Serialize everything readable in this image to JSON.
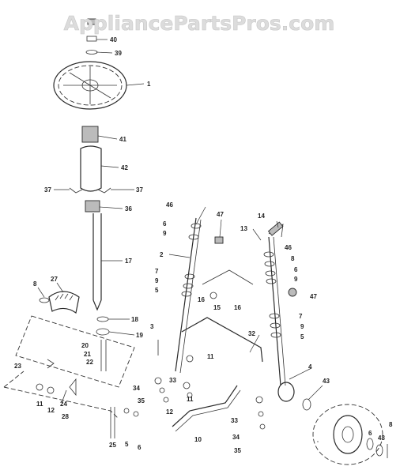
{
  "watermark": "AppliancePartsPros.com",
  "labels": [
    {
      "id": "l40",
      "text": "40"
    },
    {
      "id": "l39",
      "text": "39"
    },
    {
      "id": "l1",
      "text": "1"
    },
    {
      "id": "l41",
      "text": "41"
    },
    {
      "id": "l42",
      "text": "42"
    },
    {
      "id": "l37a",
      "text": "37"
    },
    {
      "id": "l37b",
      "text": "37"
    },
    {
      "id": "l36",
      "text": "36"
    },
    {
      "id": "l17",
      "text": "17"
    },
    {
      "id": "l8a",
      "text": "8"
    },
    {
      "id": "l27",
      "text": "27"
    },
    {
      "id": "l18",
      "text": "18"
    },
    {
      "id": "l19",
      "text": "19"
    },
    {
      "id": "l20",
      "text": "20"
    },
    {
      "id": "l21",
      "text": "21"
    },
    {
      "id": "l22",
      "text": "22"
    },
    {
      "id": "l23",
      "text": "23"
    },
    {
      "id": "l11a",
      "text": "11"
    },
    {
      "id": "l12a",
      "text": "12"
    },
    {
      "id": "l24",
      "text": "24"
    },
    {
      "id": "l28",
      "text": "28"
    },
    {
      "id": "l25",
      "text": "25"
    },
    {
      "id": "l5a",
      "text": "5"
    },
    {
      "id": "l6a",
      "text": "6"
    },
    {
      "id": "l46a",
      "text": "46"
    },
    {
      "id": "l6b",
      "text": "6"
    },
    {
      "id": "l9a",
      "text": "9"
    },
    {
      "id": "l47a",
      "text": "47"
    },
    {
      "id": "l2",
      "text": "2"
    },
    {
      "id": "l7a",
      "text": "7"
    },
    {
      "id": "l9b",
      "text": "9"
    },
    {
      "id": "l5b",
      "text": "5"
    },
    {
      "id": "l16a",
      "text": "16"
    },
    {
      "id": "l15",
      "text": "15"
    },
    {
      "id": "l16b",
      "text": "16"
    },
    {
      "id": "l3",
      "text": "3"
    },
    {
      "id": "l11b",
      "text": "11"
    },
    {
      "id": "l33a",
      "text": "33"
    },
    {
      "id": "l34a",
      "text": "34"
    },
    {
      "id": "l35a",
      "text": "35"
    },
    {
      "id": "l11c",
      "text": "11"
    },
    {
      "id": "l12b",
      "text": "12"
    },
    {
      "id": "l10",
      "text": "10"
    },
    {
      "id": "l14",
      "text": "14"
    },
    {
      "id": "l13",
      "text": "13"
    },
    {
      "id": "l46b",
      "text": "46"
    },
    {
      "id": "l8b",
      "text": "8"
    },
    {
      "id": "l6c",
      "text": "6"
    },
    {
      "id": "l9c",
      "text": "9"
    },
    {
      "id": "l47b",
      "text": "47"
    },
    {
      "id": "l7b",
      "text": "7"
    },
    {
      "id": "l9d",
      "text": "9"
    },
    {
      "id": "l5c",
      "text": "5"
    },
    {
      "id": "l32",
      "text": "32"
    },
    {
      "id": "l4",
      "text": "4"
    },
    {
      "id": "l43a",
      "text": "43"
    },
    {
      "id": "l33b",
      "text": "33"
    },
    {
      "id": "l34b",
      "text": "34"
    },
    {
      "id": "l35b",
      "text": "35"
    },
    {
      "id": "l6d",
      "text": "6"
    },
    {
      "id": "l43b",
      "text": "43"
    },
    {
      "id": "l8c",
      "text": "8"
    }
  ]
}
